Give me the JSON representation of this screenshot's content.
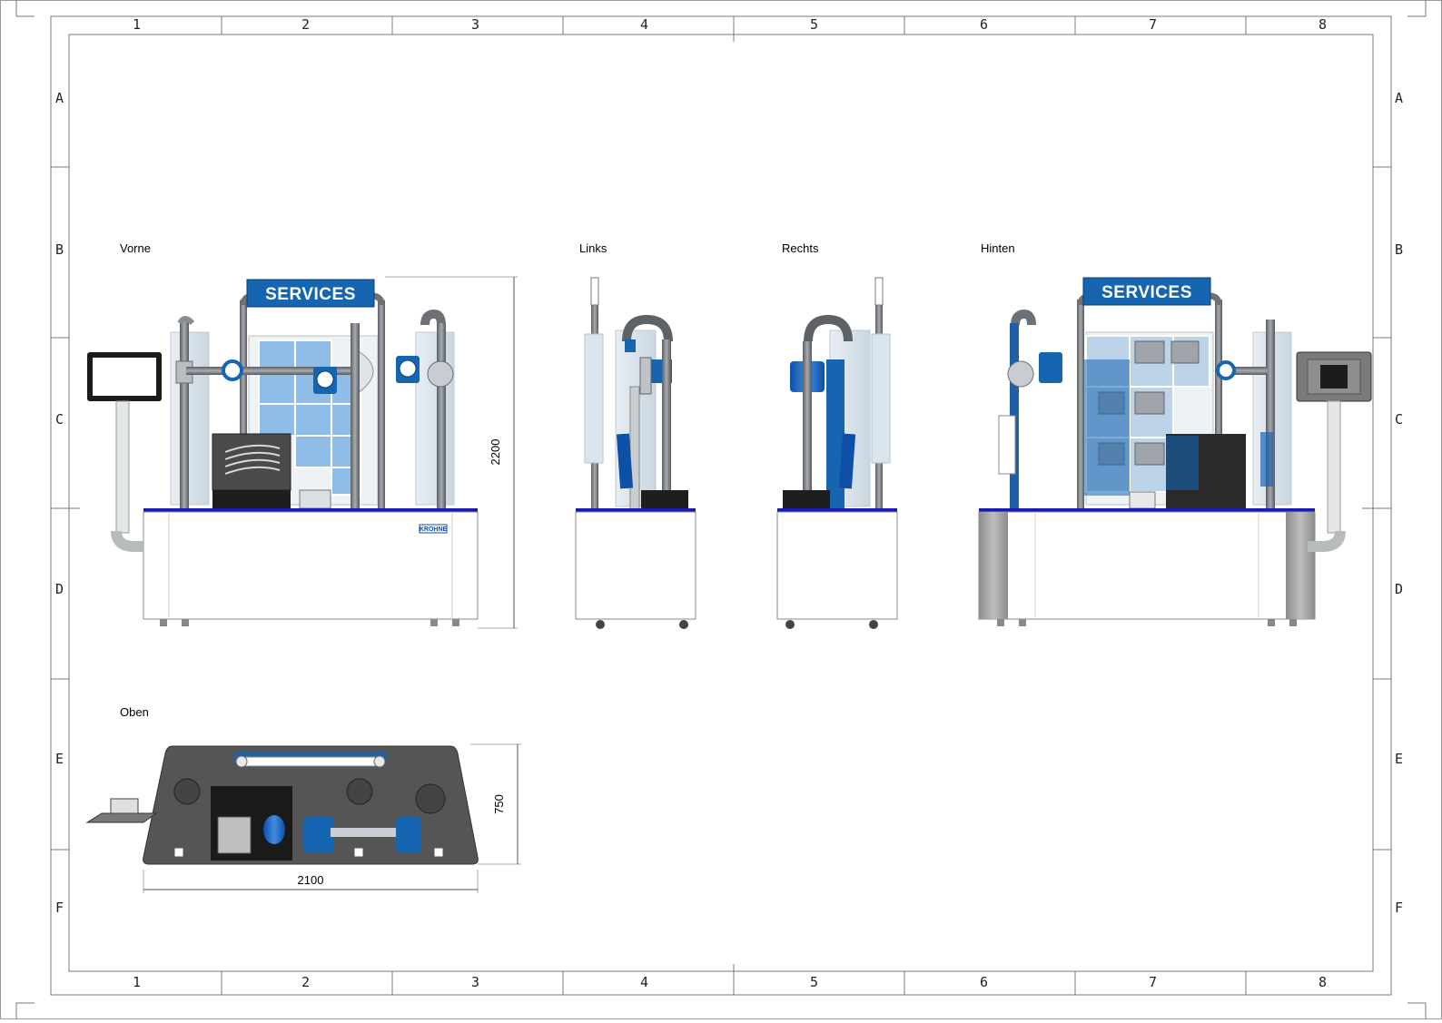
{
  "sheet": {
    "columns": [
      "1",
      "2",
      "3",
      "4",
      "5",
      "6",
      "7",
      "8"
    ],
    "rows": [
      "A",
      "B",
      "C",
      "D",
      "E",
      "F"
    ]
  },
  "views": {
    "front": "Vorne",
    "left": "Links",
    "right": "Rechts",
    "back": "Hinten",
    "top": "Oben"
  },
  "banner": {
    "text": "SERVICES"
  },
  "brand": {
    "logo_text": "KROHNE"
  },
  "dimensions": {
    "height": "2200",
    "depth": "750",
    "width": "2100"
  },
  "colors": {
    "accent_blue": "#1565b0",
    "table_top": "#1a1ab0",
    "pipe_gray": "#707478",
    "panel_light": "#dfeaf4"
  }
}
